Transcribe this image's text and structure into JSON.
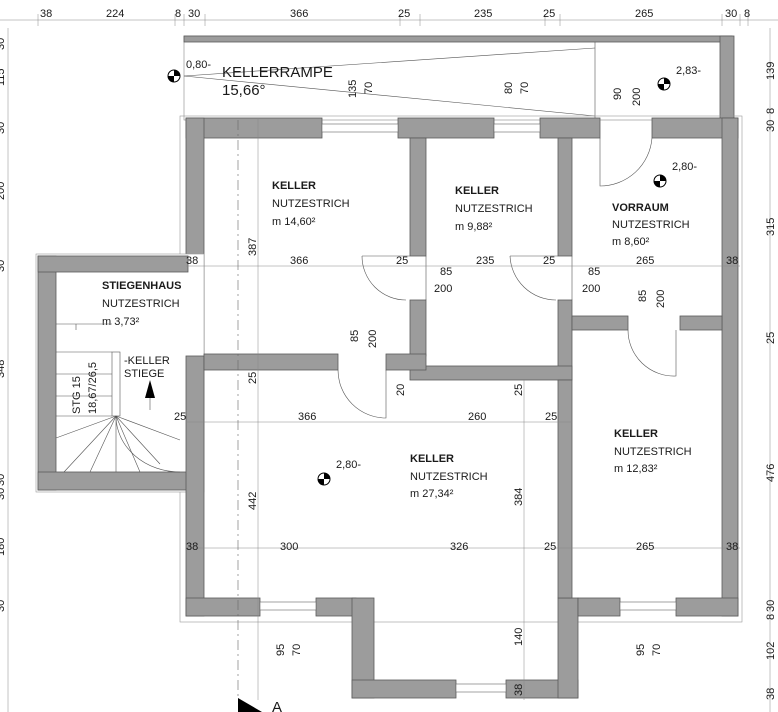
{
  "top_dims": [
    "38",
    "224",
    "8",
    "30",
    "366",
    "25",
    "235",
    "25",
    "265",
    "30",
    "8"
  ],
  "left_dims": [
    "30",
    "115",
    "30",
    "200",
    "30",
    "348",
    "30",
    "30",
    "180",
    "30"
  ],
  "right_dims": [
    "139",
    "30",
    "8",
    "315",
    "25",
    "476",
    "8",
    "30",
    "102",
    "38"
  ],
  "ramp": {
    "label": "KELLERRAMPE",
    "slope": "15,66°",
    "level_left": "0,80-",
    "level_right": "2,83-"
  },
  "openings_top": [
    {
      "w": "135",
      "h": "70"
    },
    {
      "w": "80",
      "h": "70"
    },
    {
      "w": "90",
      "h": "200"
    }
  ],
  "rooms": [
    {
      "name": "KELLER",
      "finish": "NUTZESTRICH",
      "area": "m 14,60²"
    },
    {
      "name": "KELLER",
      "finish": "NUTZESTRICH",
      "area": "m 9,88²"
    },
    {
      "name": "VORRAUM",
      "finish": "NUTZESTRICH",
      "area": "m 8,60²"
    },
    {
      "name": "STIEGENHAUS",
      "finish": "NUTZESTRICH",
      "area": "m 3,73²"
    },
    {
      "name": "KELLER",
      "finish": "NUTZESTRICH",
      "area": "m 27,34²"
    },
    {
      "name": "KELLER",
      "finish": "NUTZESTRICH",
      "area": "m 12,83²"
    }
  ],
  "levels": [
    "2,80-",
    "2,80-"
  ],
  "row1_dims": [
    "38",
    "366",
    "25",
    "85",
    "200",
    "235",
    "25",
    "85",
    "200",
    "265",
    "38"
  ],
  "row2_dims": [
    "25",
    "366",
    "260",
    "25"
  ],
  "row3_dims": [
    "38",
    "300",
    "326",
    "25",
    "265",
    "38"
  ],
  "vert_dims": [
    "387",
    "85",
    "200",
    "25",
    "20",
    "25",
    "442",
    "384",
    "140",
    "38",
    "85",
    "200"
  ],
  "stair": {
    "steps": "STG 15",
    "ratio": "18,67/26,5",
    "label1": "-KELLER",
    "label2": "STIEGE"
  },
  "bottom_windows": [
    {
      "w": "95",
      "h": "70"
    },
    {
      "w": "95",
      "h": "70"
    }
  ],
  "section_marker": "A"
}
